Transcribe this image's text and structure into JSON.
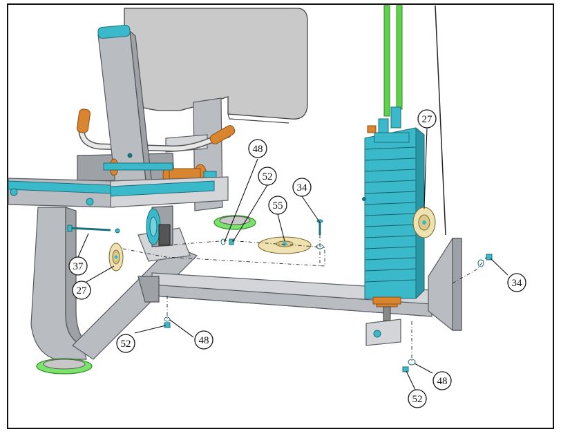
{
  "callouts": [
    {
      "id": "c48a",
      "label": "48"
    },
    {
      "id": "c52a",
      "label": "52"
    },
    {
      "id": "c34a",
      "label": "34"
    },
    {
      "id": "c55",
      "label": "55"
    },
    {
      "id": "c27a",
      "label": "27"
    },
    {
      "id": "c37",
      "label": "37"
    },
    {
      "id": "c27b",
      "label": "27"
    },
    {
      "id": "c34b",
      "label": "34"
    },
    {
      "id": "c52b",
      "label": "52"
    },
    {
      "id": "c48b",
      "label": "48"
    },
    {
      "id": "c48c",
      "label": "48"
    },
    {
      "id": "c52c",
      "label": "52"
    }
  ],
  "colors": {
    "frame": "#b9bcc0",
    "accent_teal": "#39b9c9",
    "accent_orange": "#d9852f",
    "accent_green": "#7be36c",
    "pulley": "#efe2b0"
  }
}
